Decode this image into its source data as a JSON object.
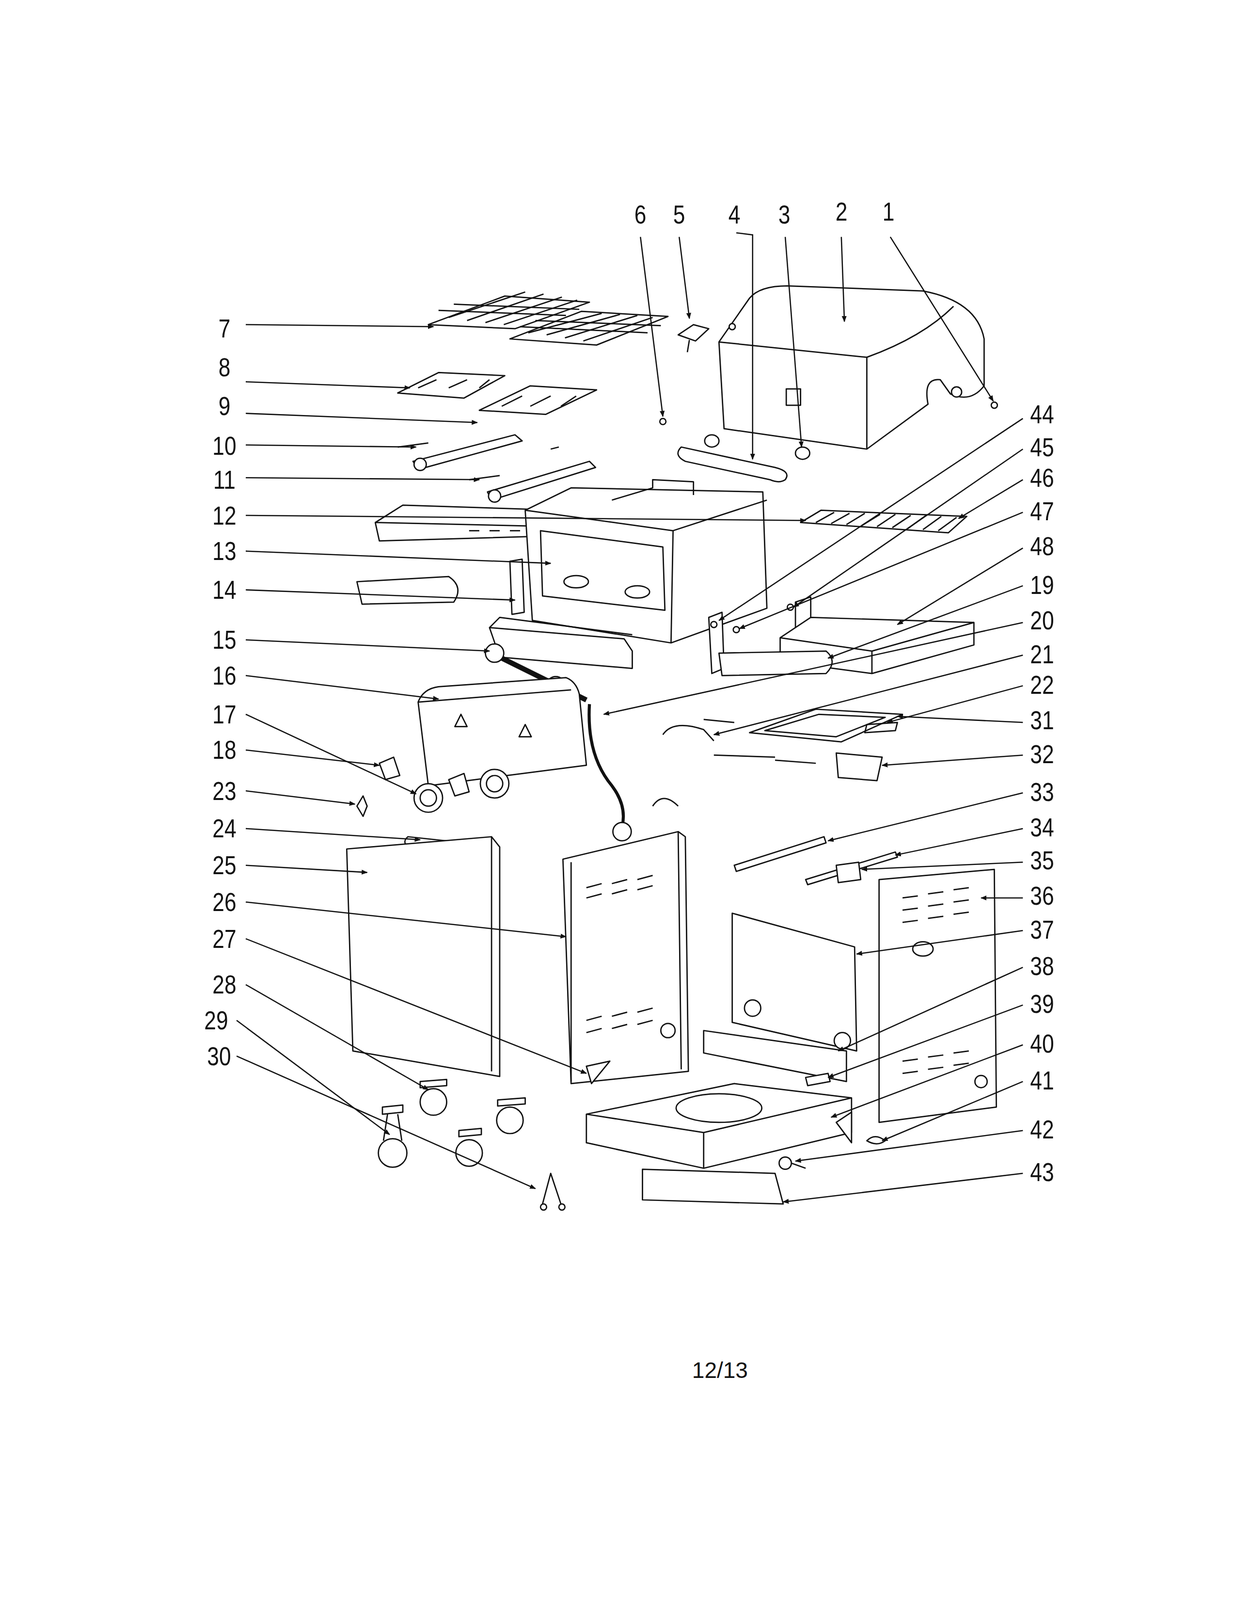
{
  "diagram": {
    "labels": [
      "6",
      "5",
      "4",
      "3",
      "2",
      "1",
      "7",
      "8",
      "9",
      "10",
      "11",
      "12",
      "13",
      "14",
      "15",
      "16",
      "17",
      "18",
      "23",
      "24",
      "25",
      "26",
      "27",
      "28",
      "29",
      "30",
      "44",
      "45",
      "46",
      "47",
      "48",
      "19",
      "20",
      "21",
      "22",
      "31",
      "32",
      "33",
      "34",
      "35",
      "36",
      "37",
      "38",
      "39",
      "40",
      "41",
      "42",
      "43",
      "12/13"
    ]
  }
}
